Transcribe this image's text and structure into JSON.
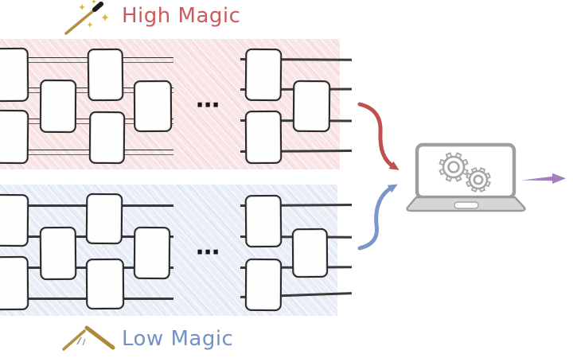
{
  "figure": {
    "high_magic": {
      "label": "High Magic",
      "label_color": "#cc5a5a",
      "band_color": "#f9e5e5",
      "icon": "magic-wand-sparkles-icon",
      "wand_color": "#b5913f",
      "sparkle_color": "#d9b43a",
      "ellipsis": "⋯",
      "wire_count": 4,
      "gate_count": 9
    },
    "low_magic": {
      "label": "Low Magic",
      "label_color": "#7191c8",
      "band_color": "#e9eef7",
      "icon": "broken-wand-icon",
      "wand_color": "#b5913f",
      "ellipsis": "⋯",
      "wire_count": 4,
      "gate_count": 9
    },
    "processor": {
      "icon": "laptop-gears-icon",
      "gear_count": 2,
      "body_color": "#d6d6d6",
      "outline_color": "#9f9f9f"
    },
    "arrows": [
      {
        "name": "high-magic-to-laptop-arrow",
        "color": "#c0504d"
      },
      {
        "name": "low-magic-to-laptop-arrow",
        "color": "#7b97ca"
      },
      {
        "name": "laptop-output-arrow",
        "color": "#a47fc0"
      }
    ]
  }
}
